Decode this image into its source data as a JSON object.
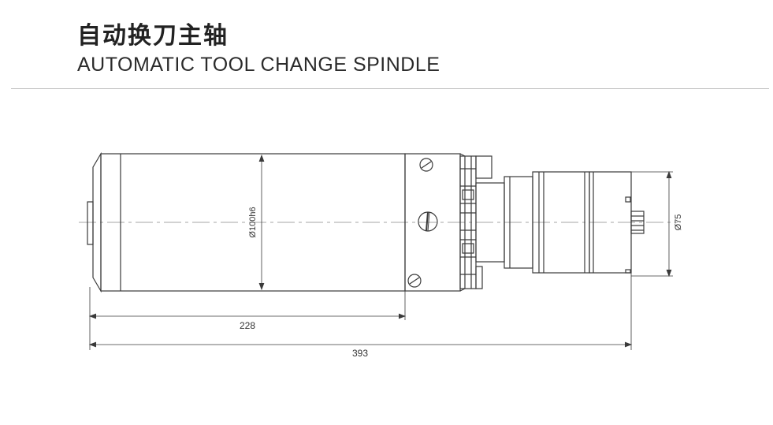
{
  "header": {
    "title_zh": "自动换刀主轴",
    "title_en": "AUTOMATIC TOOL CHANGE SPINDLE"
  },
  "dimensions": {
    "body_diameter": "Ø100h6",
    "rear_diameter": "Ø75",
    "body_length": "228",
    "total_length": "393"
  },
  "colors": {
    "line": "#3a3a3a",
    "rule": "#bdbdbd",
    "text": "#222222"
  }
}
